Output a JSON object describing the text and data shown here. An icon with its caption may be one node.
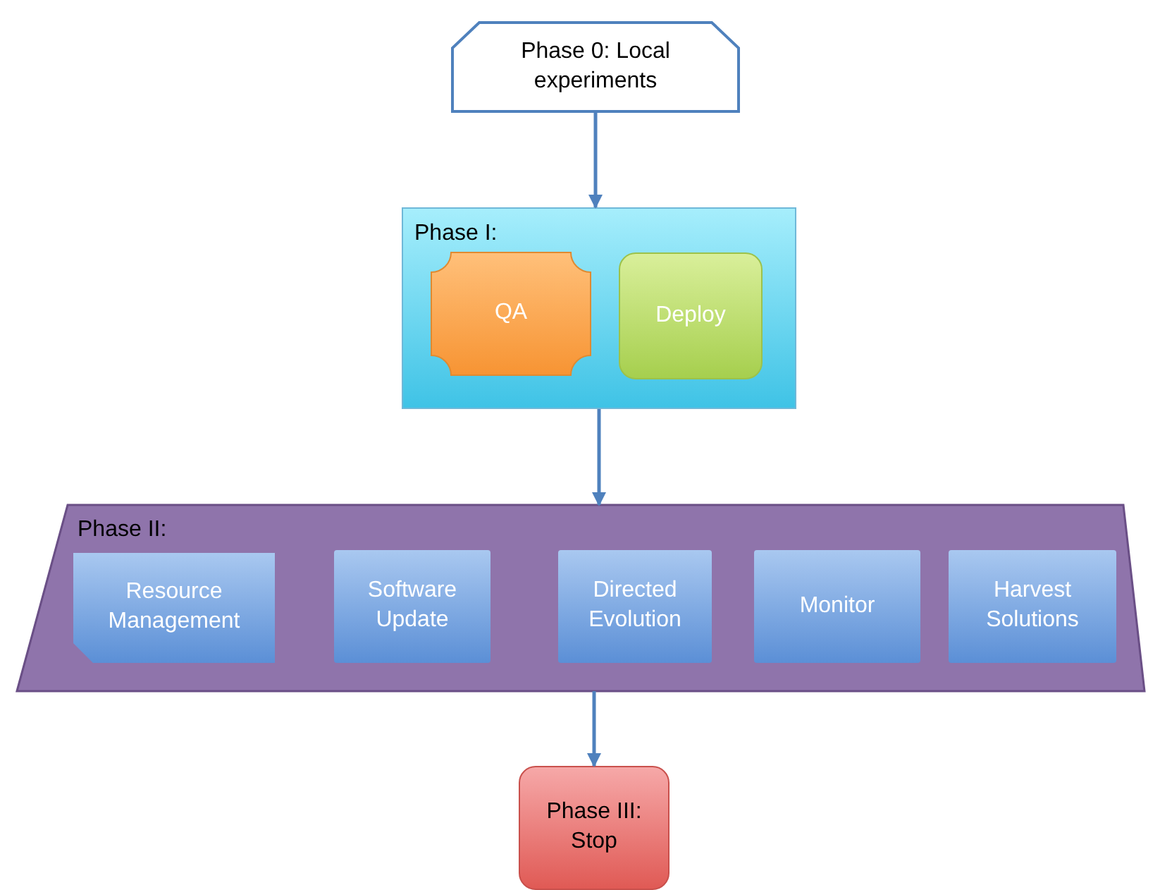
{
  "diagram": {
    "nodes": [
      {
        "text": [
          "Phase 0: Local experiments"
        ]
      },
      {
        "text": [
          "Phase I:"
        ]
      },
      {
        "text": [
          "QA"
        ],
        "in": 1
      },
      {
        "text": [
          "Deploy"
        ],
        "in": 1
      },
      {
        "text": [
          "Phase II:"
        ]
      },
      {
        "text": [
          "Resource Management"
        ],
        "in": 4
      },
      {
        "text": [
          "Software Update"
        ],
        "in": 4
      },
      {
        "text": [
          "Directed Evolution"
        ],
        "in": 4
      },
      {
        "text": [
          "Monitor"
        ],
        "in": 4
      },
      {
        "text": [
          "Harvest Solutions"
        ],
        "in": 4
      },
      {
        "text": [
          "Phase III: Stop"
        ]
      }
    ],
    "edges": [
      {
        "from": 0,
        "to": 1,
        "arrow": "to"
      },
      {
        "from": 1,
        "to": 4,
        "arrow": "to"
      },
      {
        "from": 4,
        "to": 10,
        "arrow": "to"
      }
    ]
  }
}
